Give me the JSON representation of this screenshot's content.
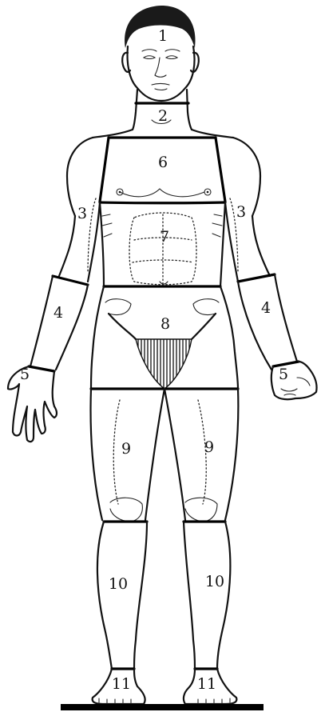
{
  "region_labels": {
    "head": "1",
    "neck": "2",
    "upper_arm_left": "3",
    "upper_arm_right": "3",
    "forearm_left": "4",
    "forearm_right": "4",
    "hand_left": "5",
    "hand_right": "5",
    "chest": "6",
    "abdomen": "7",
    "pelvis": "8",
    "thigh_left": "9",
    "thigh_right": "9",
    "lower_leg_left": "10",
    "lower_leg_right": "10",
    "foot_left": "11",
    "foot_right": "11"
  }
}
